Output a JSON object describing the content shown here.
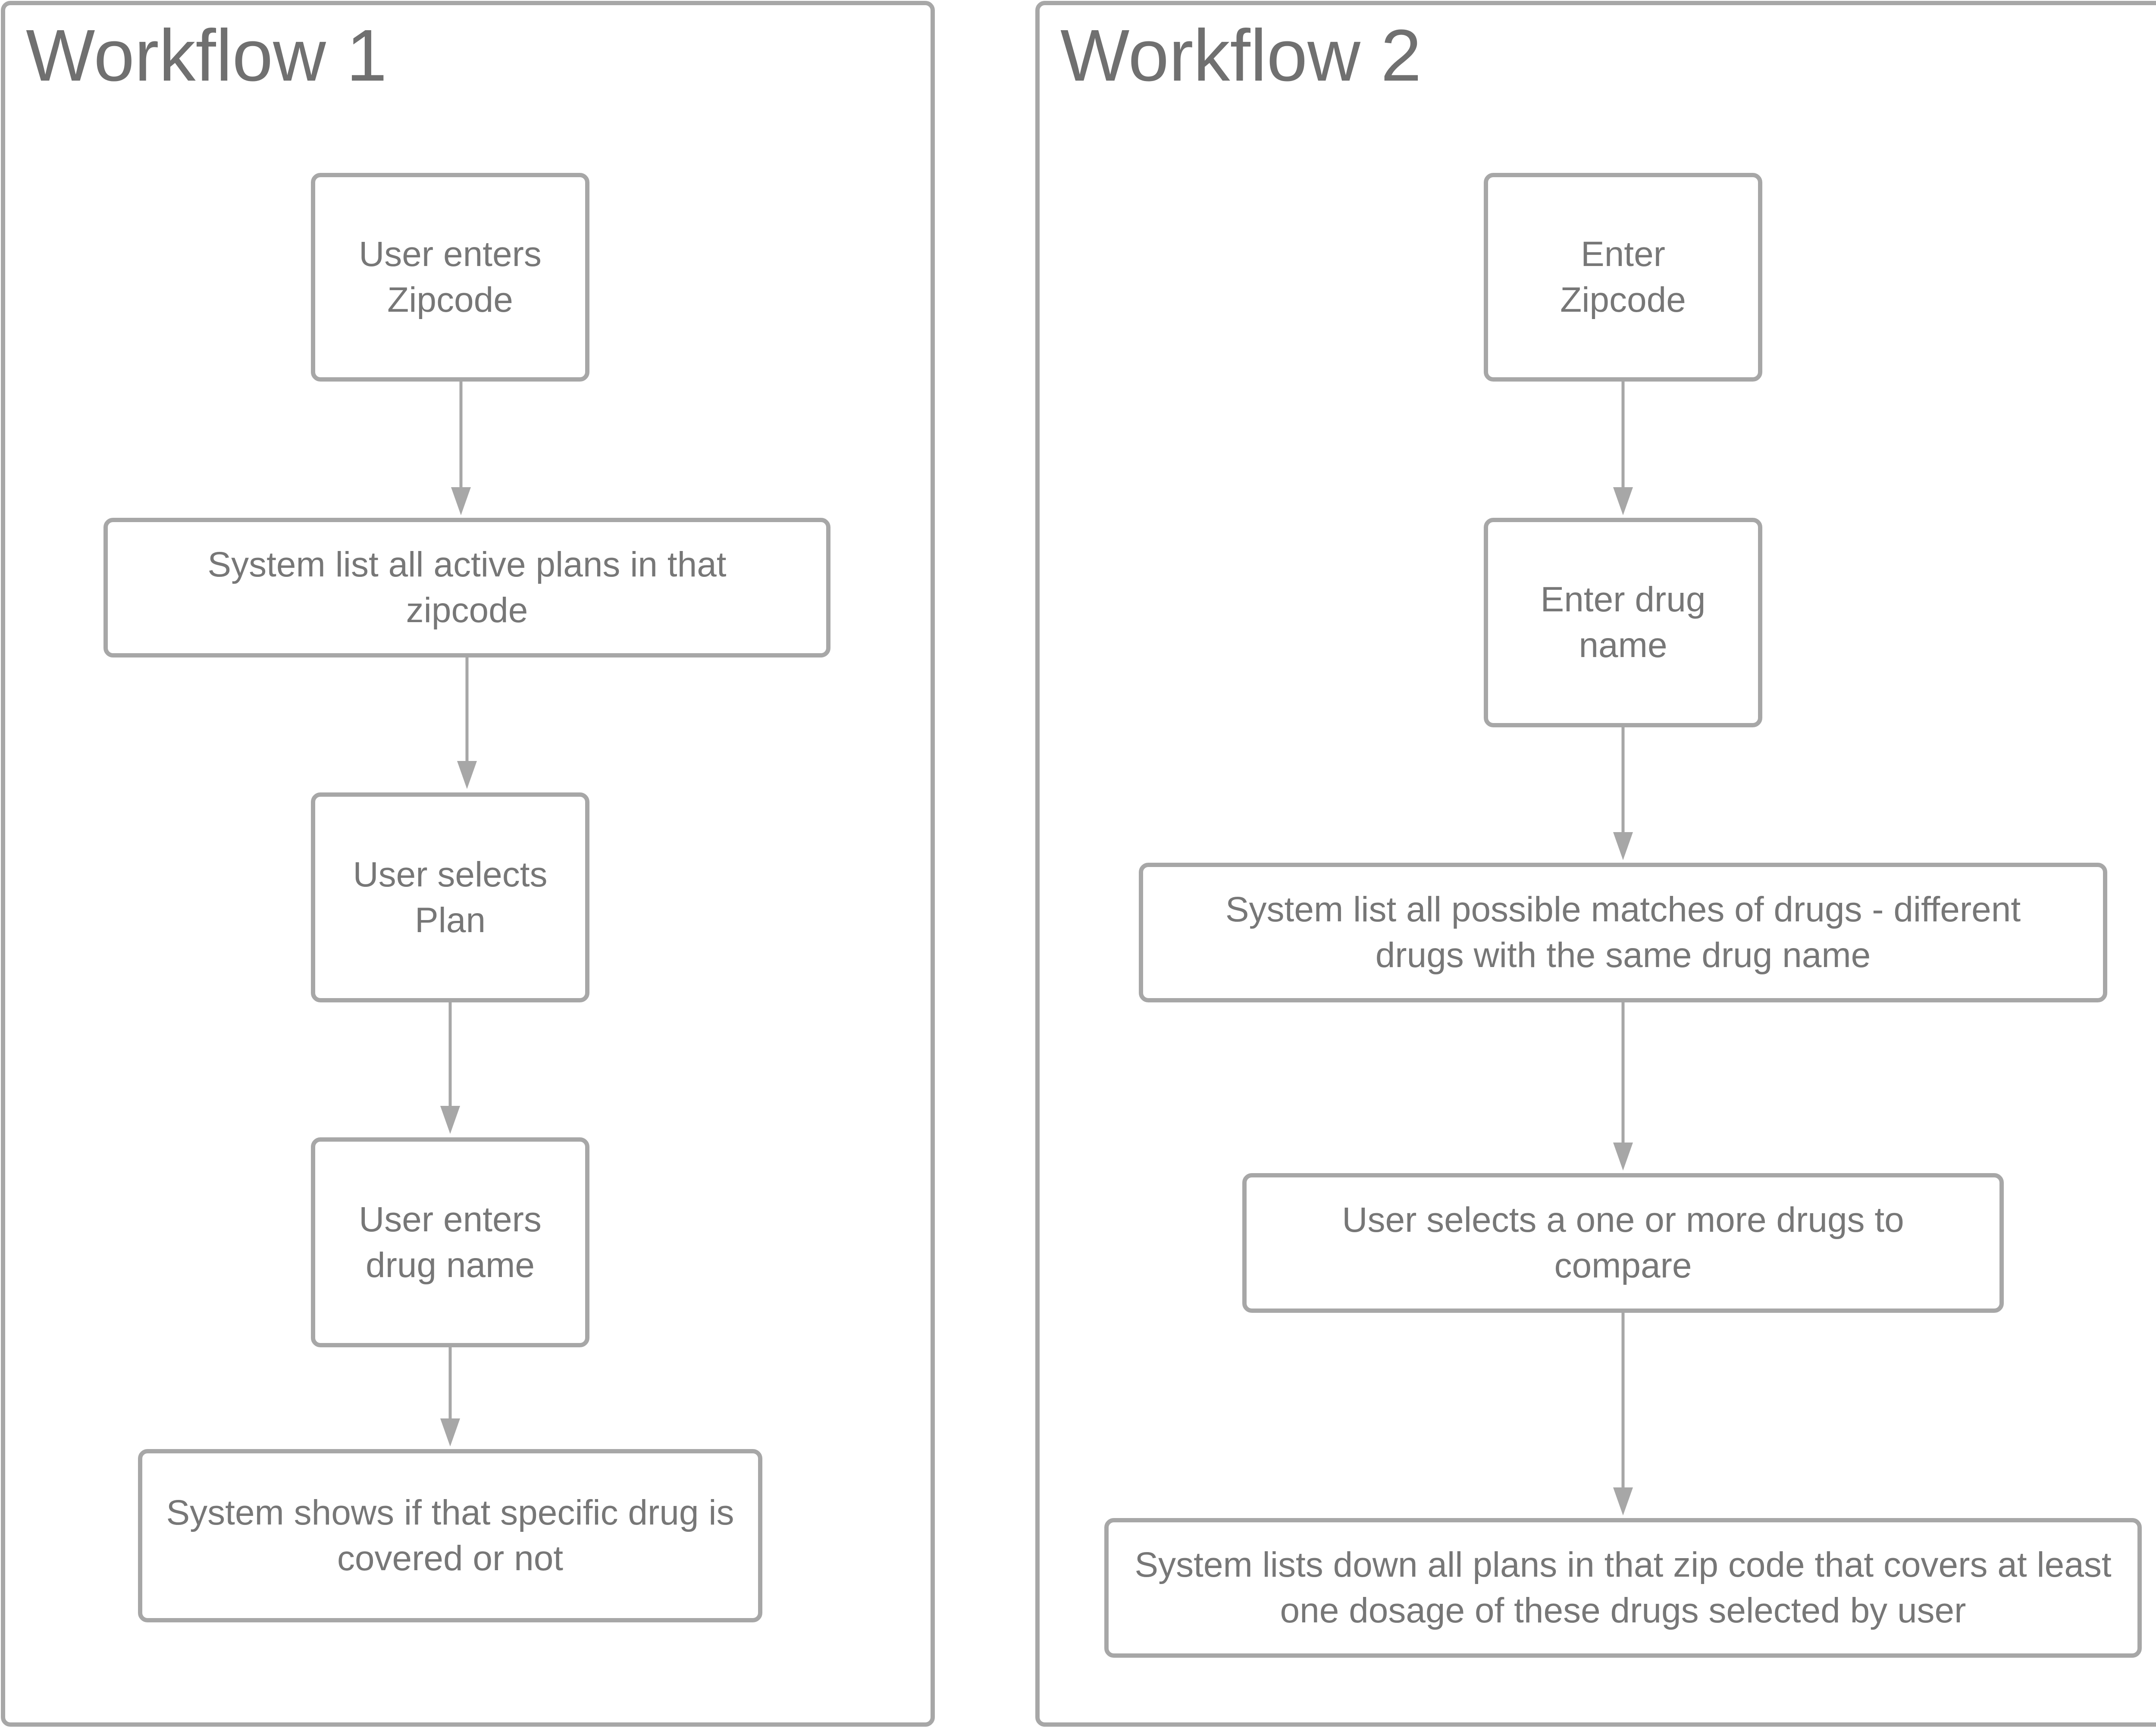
{
  "colors": {
    "stroke": "#a7a7a7",
    "text": "#777777",
    "title": "#707070",
    "background": "#ffffff"
  },
  "workflows": [
    {
      "title": "Workflow 1",
      "steps": [
        "User enters Zipcode",
        "System list all active plans in that zipcode",
        "User selects Plan",
        "User enters drug name",
        "System shows if that specific drug is covered or not"
      ]
    },
    {
      "title": "Workflow 2",
      "steps": [
        "Enter Zipcode",
        "Enter drug name",
        "System list all possible matches of drugs - different drugs with the same drug name",
        "User selects a one or more drugs to compare",
        "System lists down all plans in that zip code that covers at least one dosage of these drugs selected by user"
      ]
    }
  ]
}
